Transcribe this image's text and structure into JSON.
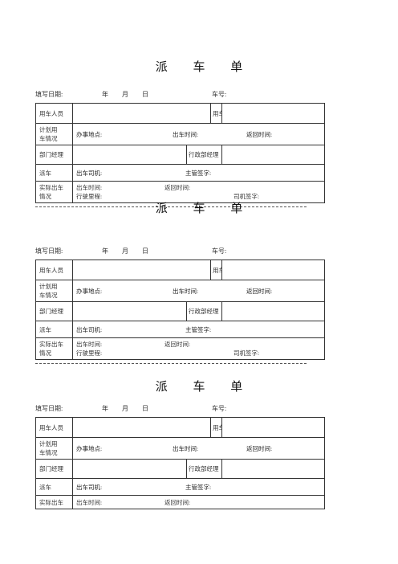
{
  "forms": [
    {
      "title": "派 车 单",
      "fill_date": "填写日期:",
      "year": "年",
      "month": "月",
      "day": "日",
      "car_no": "车号:",
      "user": "用车人员",
      "reason": "用车事由",
      "plan_line1": "计划用",
      "plan_line2": "车情况",
      "location": "办事地点:",
      "depart_time": "出车时间:",
      "return_time": "返回时间:",
      "dept_mgr": "部门经理",
      "admin_mgr": "行政部经理",
      "dispatch": "派车",
      "driver": "出车司机:",
      "supervisor_sign": "主管签字:",
      "actual_line1": "实际出车",
      "actual_line2": "情况",
      "actual_depart": "出车时间:",
      "actual_return": "返回时间:",
      "mileage": "行驶里程:",
      "driver_sign": "司机签字:"
    },
    {
      "title": "派 车 单",
      "fill_date": "填写日期:",
      "year": "年",
      "month": "月",
      "day": "日",
      "car_no": "车号:",
      "user": "用车人员",
      "reason": "用车事由",
      "plan_line1": "计划用",
      "plan_line2": "车情况",
      "location": "办事地点:",
      "depart_time": "出车时间:",
      "return_time": "返回时间:",
      "dept_mgr": "部门经理",
      "admin_mgr": "行政部经理",
      "dispatch": "派车",
      "driver": "出车司机:",
      "supervisor_sign": "主管签字:",
      "actual_line1": "实际出车",
      "actual_line2": "情况",
      "actual_depart": "出车时间:",
      "actual_return": "返回时间:",
      "mileage": "行驶里程:",
      "driver_sign": "司机签字:"
    },
    {
      "title": "派 车 单",
      "fill_date": "填写日期:",
      "year": "年",
      "month": "月",
      "day": "日",
      "car_no": "车号:",
      "user": "用车人员",
      "reason": "用车事由",
      "plan_line1": "计划用",
      "plan_line2": "车情况",
      "location": "办事地点:",
      "depart_time": "出车时间:",
      "return_time": "返回时间:",
      "dept_mgr": "部门经理",
      "admin_mgr": "行政部经理",
      "dispatch": "派车",
      "driver": "出车司机:",
      "supervisor_sign": "主管签字:",
      "actual_line1": "实际出车",
      "actual_depart": "出车时间:",
      "actual_return": "返回时间:"
    }
  ]
}
